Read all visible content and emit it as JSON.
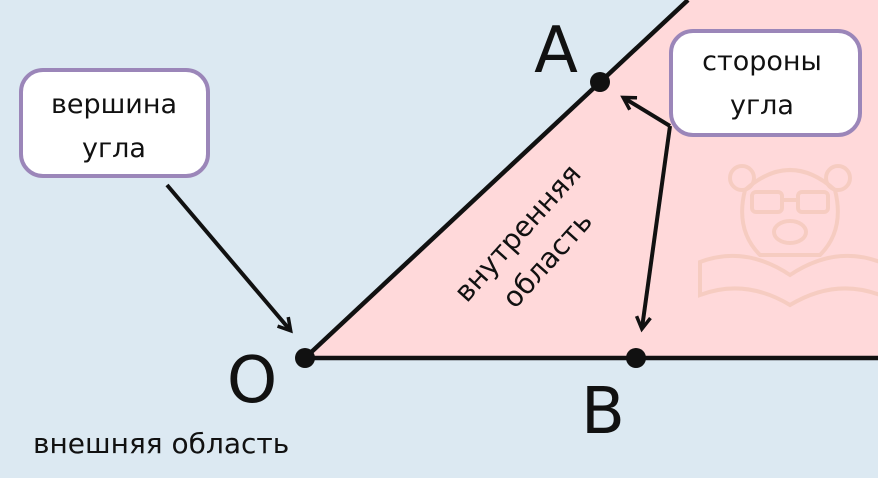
{
  "colors": {
    "background": "#dce9f2",
    "angle_fill": "#ffd9da",
    "line": "#111111",
    "callout_border": "#9b86b9",
    "callout_fill": "#ffffff",
    "watermark": "#f2c9b8"
  },
  "points": {
    "A": "A",
    "B": "B",
    "O": "O"
  },
  "callouts": {
    "vertex": {
      "line1": "вершина",
      "line2": "угла"
    },
    "sides": {
      "line1": "стороны",
      "line2": "угла"
    }
  },
  "regions": {
    "interior_line1": "внутренняя",
    "interior_line2": "область",
    "exterior": "внешняя область"
  },
  "icons": {
    "watermark": "bear-book-logo"
  }
}
